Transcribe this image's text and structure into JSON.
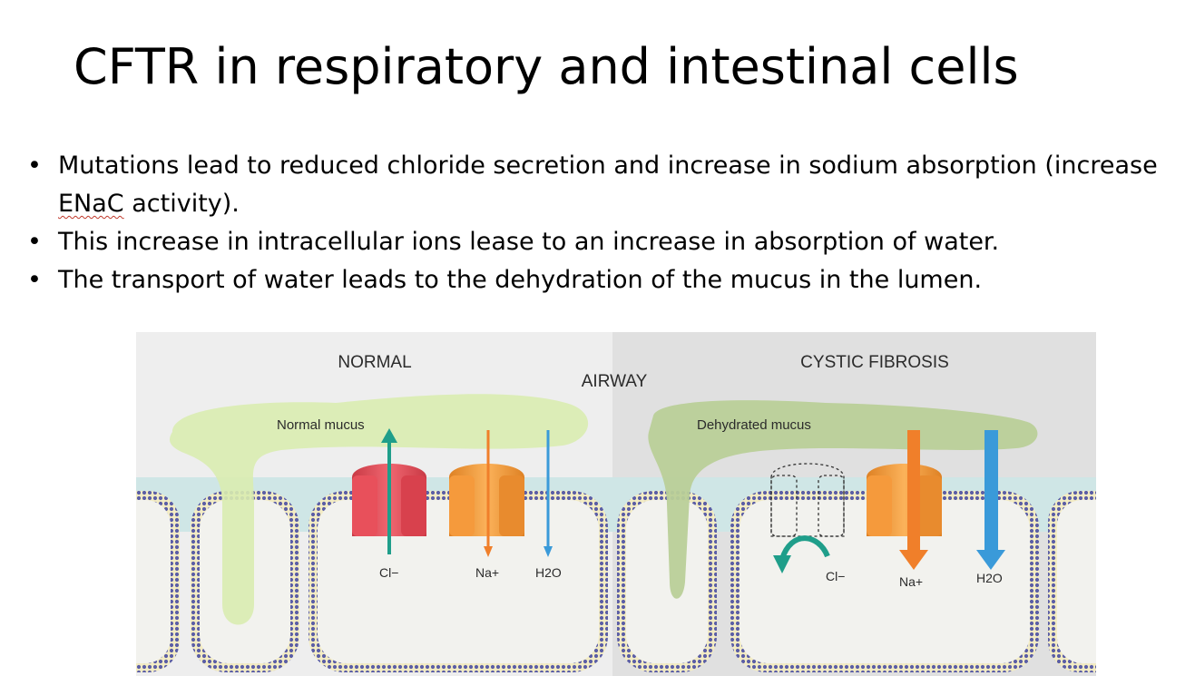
{
  "slide": {
    "title": "CFTR in respiratory and intestinal cells",
    "bullets": [
      {
        "before": "Mutations lead to reduced chloride secretion and increase in sodium absorption (increase ",
        "highlight": "ENaC",
        "after": " activity)."
      },
      {
        "before": "This increase in intracellular ions lease to an increase in absorption of water.",
        "highlight": "",
        "after": ""
      },
      {
        "before": "The transport of water leads to the dehydration of the mucus in the lumen.",
        "highlight": "",
        "after": ""
      }
    ]
  },
  "diagram": {
    "airway_label": "AIRWAY",
    "normal": {
      "heading": "NORMAL",
      "mucus_label": "Normal mucus",
      "cl_label": "Cl−",
      "na_label": "Na+",
      "h2o_label": "H2O"
    },
    "cf": {
      "heading": "CYSTIC FIBROSIS",
      "mucus_label": "Dehydrated mucus",
      "cl_label": "Cl−",
      "na_label": "Na+",
      "h2o_label": "H2O"
    },
    "colors": {
      "cftr_channel": "#e8505b",
      "enac_channel": "#f59a3c",
      "cl_arrow": "#1f9e8a",
      "na_arrow": "#f07f2a",
      "h2o_arrow": "#3a9ad9",
      "normal_mucus": "#d9ecb0",
      "dehydrated_mucus": "#b9cf98",
      "membrane_bead": "#5b5ea6"
    }
  }
}
